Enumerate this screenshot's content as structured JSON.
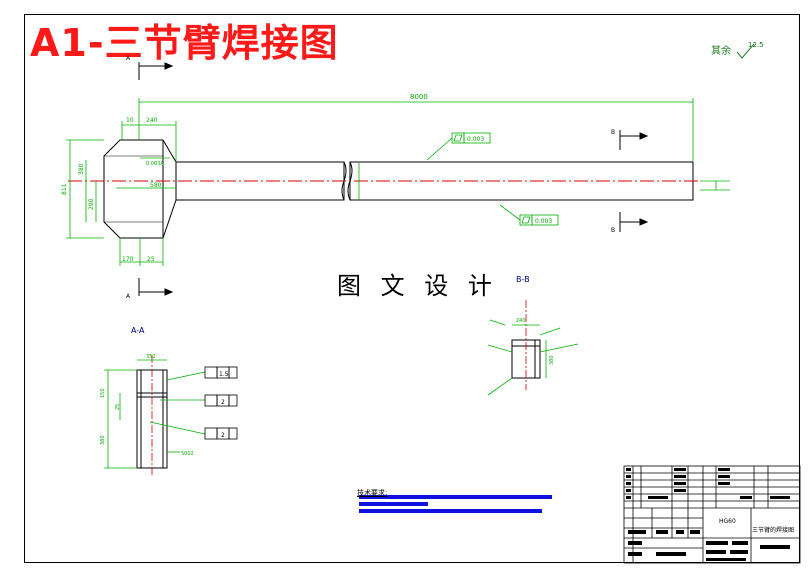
{
  "drawing": {
    "title": "A1-三节臂焊接图",
    "watermark": "图 文 设 计",
    "other_roughness_label": "其余",
    "other_roughness_value": "12.5"
  },
  "main_view": {
    "overall_length": "8000",
    "flatness_1": "0.003",
    "flatness_2": "0.003",
    "section_a_label": "A",
    "section_b_label": "B"
  },
  "section_aa": {
    "label": "A-A",
    "tol_1": "1.5",
    "tol_2": "2",
    "tol_3": "2"
  },
  "section_bb": {
    "label": "B-B"
  },
  "tech_requirements": {
    "heading": "技术要求:"
  },
  "title_block": {
    "material": "HG60",
    "part_name": "三节臂的焊接图"
  },
  "colors": {
    "title": "#ff1a1a",
    "dimension": "#00b000",
    "centerline": "#cc0000",
    "note_bar": "#1010e0",
    "outline": "#000000"
  }
}
